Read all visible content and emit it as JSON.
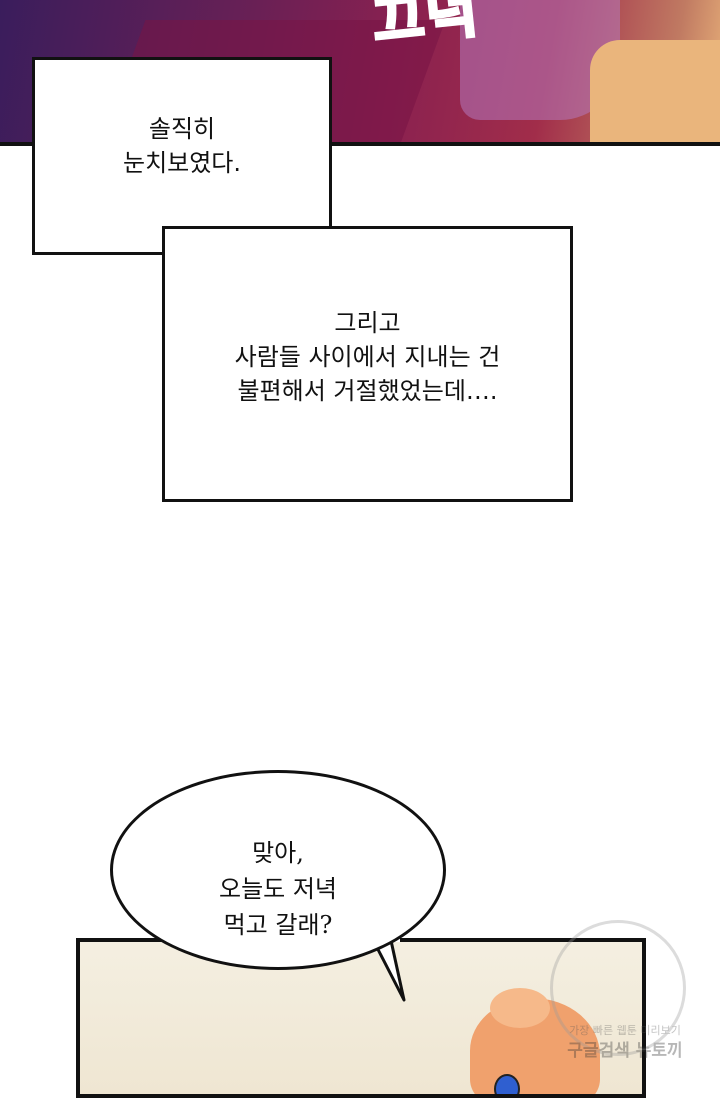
{
  "top_panel": {
    "sfx_text": "끄덕"
  },
  "caption_box_1": {
    "lines": [
      "솔직히",
      "눈치보였다."
    ]
  },
  "caption_box_2": {
    "lines": [
      "그리고",
      "사람들 사이에서 지내는 건",
      "불편해서 거절했었는데…."
    ]
  },
  "speech_bubble": {
    "lines": [
      "맞아,",
      "오늘도 저녁",
      "먹고 갈래?"
    ]
  },
  "watermark": {
    "line1": "가장 빠른 웹툰 미리보기",
    "line2": "구글검색 뉴토끼"
  }
}
